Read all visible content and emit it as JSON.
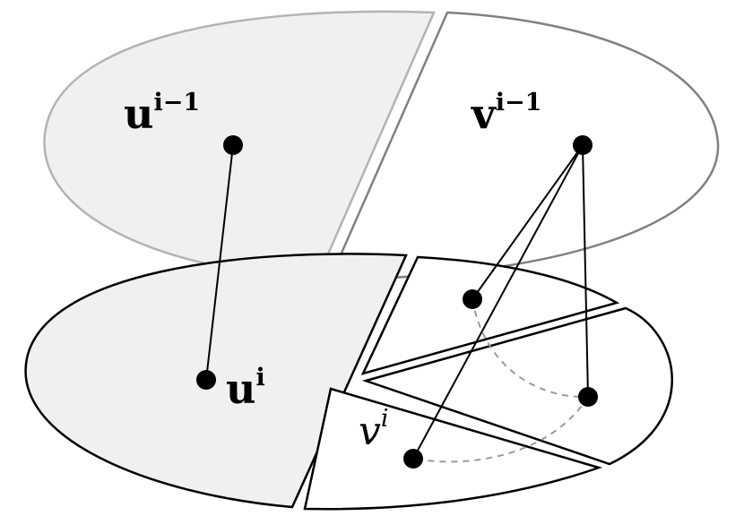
{
  "labels": {
    "u_prev": {
      "base": "u",
      "sup": "i−1"
    },
    "v_prev": {
      "base": "v",
      "sup": "i−1"
    },
    "u_cur": {
      "base": "u",
      "sup": "i"
    },
    "v_cur": {
      "base": "v",
      "sup": "i"
    }
  },
  "colors": {
    "stroke": "#000000",
    "fill_shaded": "#f0f0f0",
    "upper_left_stroke": "#b3b3b3",
    "upper_right_stroke": "#808080",
    "dashed": "#999999",
    "node": "#000000"
  }
}
